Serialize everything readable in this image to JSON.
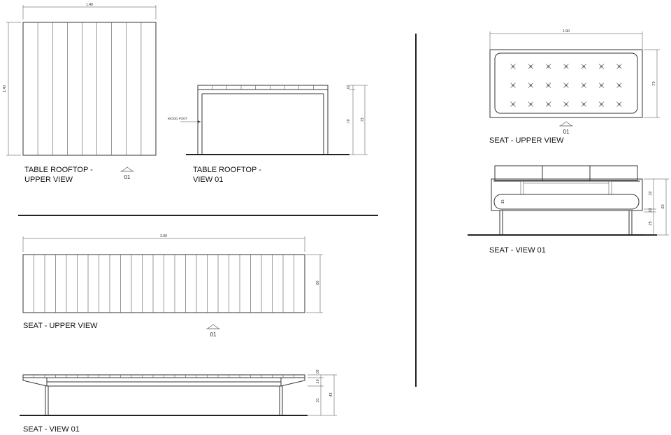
{
  "table_upper": {
    "caption_line1": "TABLE ROOFTOP -",
    "caption_line2": "UPPER VIEW",
    "dim_width": "1.40",
    "dim_height": "1.40",
    "ref": "01"
  },
  "table_view": {
    "caption_line1": "TABLE ROOFTOP -",
    "caption_line2": "VIEW 01",
    "wood_foot_label": "WOOD FOOT",
    "dim_top": ".02",
    "dim_leg": ".70",
    "dim_total": ".73"
  },
  "seat_upper": {
    "caption": "SEAT - UPPER VIEW",
    "dim_width": "3.00",
    "dim_depth": ".60",
    "ref": "01"
  },
  "seat_view": {
    "caption": "SEAT - VIEW 01",
    "dim_top": ".02",
    "dim_beam": ".10",
    "dim_leg": ".31",
    "dim_total": ".43"
  },
  "sofa_upper": {
    "caption": "SEAT - UPPER VIEW",
    "dim_width": "1.90",
    "dim_depth": ".70",
    "ref": "01"
  },
  "sofa_view": {
    "caption": "SEAT - VIEW 01",
    "dim_cushion": ".15",
    "dim_back": ".32",
    "dim_seat": ".03",
    "dim_leg": ".25",
    "dim_total": ".60"
  }
}
